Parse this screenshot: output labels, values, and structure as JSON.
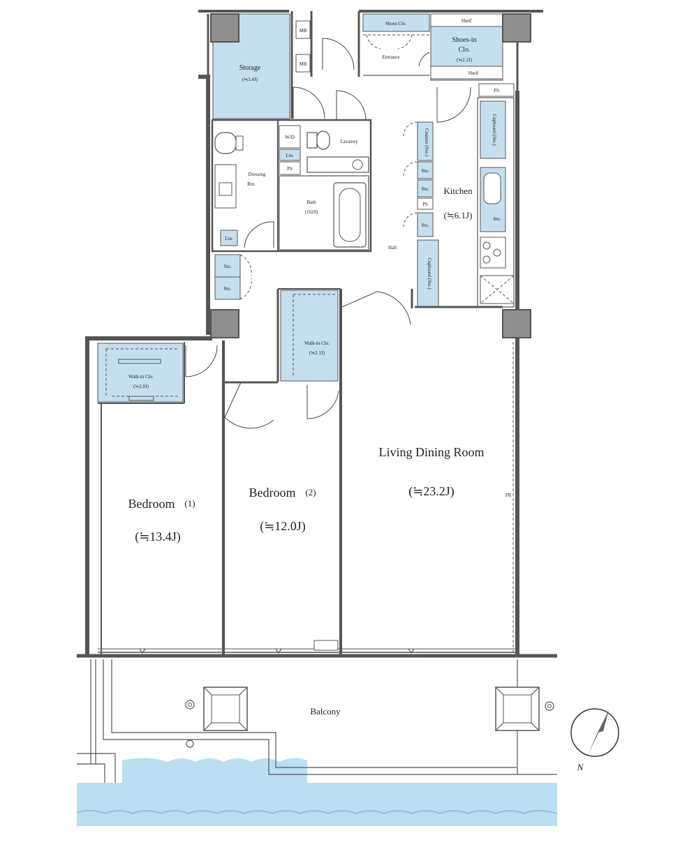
{
  "rooms": {
    "storage": {
      "name": "Storage",
      "area": "(≒3.4J)"
    },
    "shoes_clo": {
      "name": "Shoes Clo."
    },
    "entrance": {
      "name": "Entrance"
    },
    "shoes_in_clo": {
      "name": "Shoes-in",
      "name2": "Clo.",
      "area": "(≒2.2J)"
    },
    "dressing": {
      "name": "Dressing",
      "name2": "Rm."
    },
    "lavatory": {
      "name": "Lavatory"
    },
    "bath": {
      "name": "Bath",
      "area": "(1620)"
    },
    "kitchen": {
      "name": "Kitchen",
      "area": "(≒6.1J)"
    },
    "hall": {
      "name": "Hall"
    },
    "walkin_1": {
      "name": "Walk-in Clo.",
      "area": "(≒2.0J)"
    },
    "walkin_2": {
      "name": "Walk-in Clo.",
      "area": "(≒2.1J)"
    },
    "living": {
      "name": "Living Dining Room",
      "area": "(≒23.2J)"
    },
    "bedroom1": {
      "name": "Bedroom",
      "num": "(1)",
      "area": "(≒13.4J)"
    },
    "bedroom2": {
      "name": "Bedroom",
      "num": "(2)",
      "area": "(≒12.0J)"
    },
    "balcony": {
      "name": "Balcony"
    }
  },
  "small_labels": {
    "ms": "MB",
    "wd": "W/D",
    "lin": "Lin.",
    "ps": "PS",
    "sto": "Sto.",
    "shelf": "Shelf",
    "counter": "Counter (Sto.)",
    "cupboard": "Cupboard (Sto.)",
    "fr": "FR"
  },
  "compass": {
    "label": "N"
  },
  "colors": {
    "closet": "#c6dfee",
    "water": "#b9dff0",
    "column": "#8e8e8e",
    "wall": "#555555"
  }
}
